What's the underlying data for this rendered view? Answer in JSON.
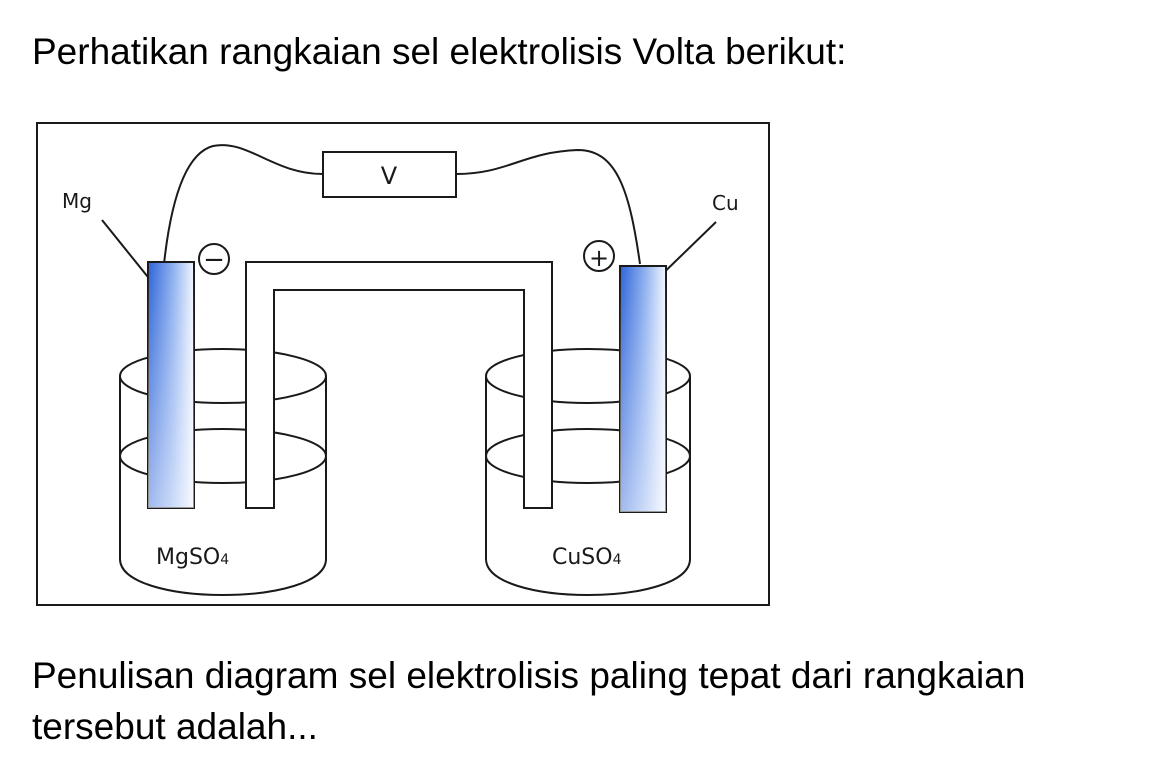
{
  "question": {
    "intro": "Perhatikan rangkaian sel elektrolisis Volta berikut:",
    "prompt": "Penulisan diagram sel elektrolisis paling tepat dari rangkaian tersebut adalah..."
  },
  "diagram": {
    "voltmeter_label": "V",
    "left_electrode": {
      "label": "Mg",
      "polarity": "−",
      "solution": {
        "base": "MgSO",
        "subscript": "4"
      }
    },
    "right_electrode": {
      "label": "Cu",
      "polarity": "+",
      "solution": {
        "base": "CuSO",
        "subscript": "4"
      }
    },
    "colors": {
      "electrode_blue": "#2c63d8",
      "line": "#1a1a1a"
    }
  }
}
